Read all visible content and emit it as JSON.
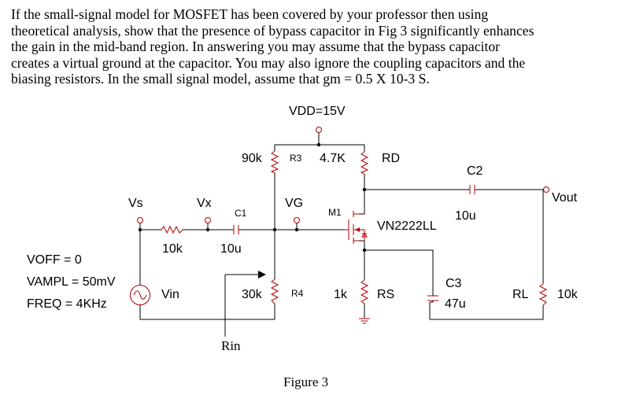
{
  "question": {
    "lines": [
      "If the small-signal model for MOSFET has been covered by your professor then using",
      "theoretical analysis, show that the presence of bypass capacitor in Fig 3 significantly enhances",
      "the gain in the mid-band region. In answering you may assume that the bypass capacitor",
      "creates a virtual ground at the capacitor. You may also ignore the coupling capacitors and the",
      "biasing resistors. In the small signal model, assume that gm = 0.5 X 10-3 S."
    ]
  },
  "circuit": {
    "supply_label": "VDD=15V",
    "nodes": {
      "vs": "Vs",
      "vx": "Vx",
      "vg": "VG",
      "vout": "Vout"
    },
    "source": {
      "name": "Vin",
      "params": [
        "VOFF = 0",
        "VAMPL = 50mV",
        "FREQ = 4KHz"
      ]
    },
    "r_source": {
      "value": "10k"
    },
    "c1": {
      "name": "C1",
      "value": "10u"
    },
    "r_top": {
      "value": "90k"
    },
    "r3": {
      "name": "R3"
    },
    "rd": {
      "name": "RD",
      "value": "4.7K"
    },
    "r_bottom": {
      "value": "30k"
    },
    "r4": {
      "name": "R4"
    },
    "rs": {
      "name": "RS",
      "value": "1k"
    },
    "transistor": {
      "name": "M1",
      "part": "VN2222LL"
    },
    "c2": {
      "name": "C2",
      "value": "10u"
    },
    "c3": {
      "name": "C3",
      "value": "47u"
    },
    "rl": {
      "name": "RL",
      "value": "10k"
    },
    "rin_label": "Rin"
  },
  "caption": "Figure 3"
}
